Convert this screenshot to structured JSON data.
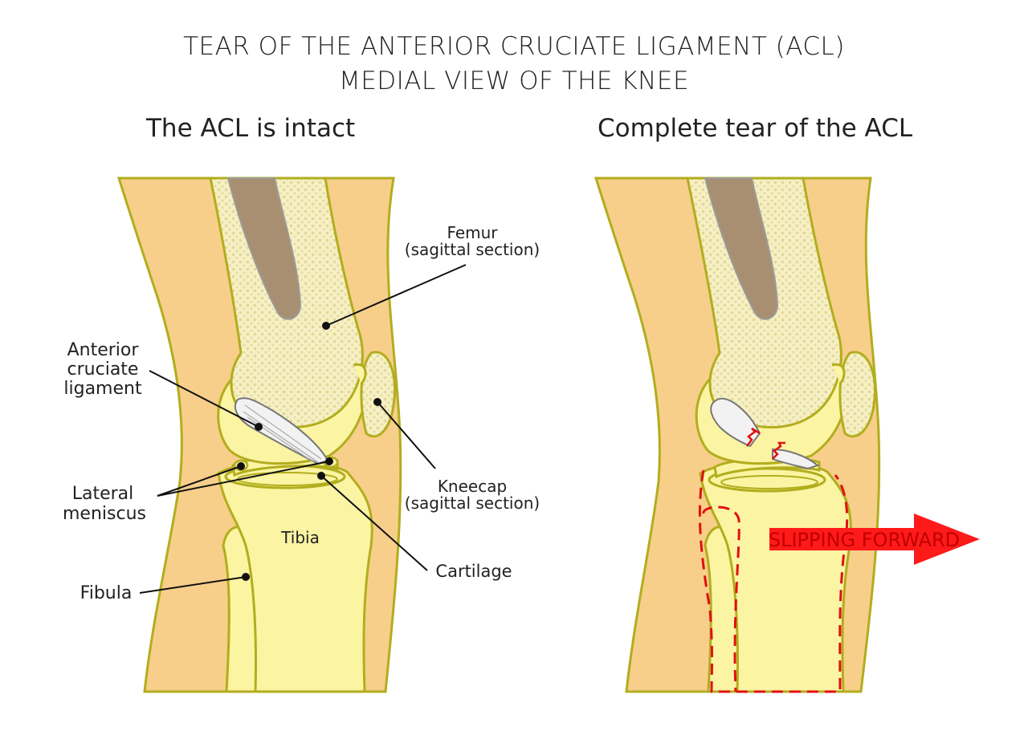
{
  "title": {
    "line1": "TEAR OF THE ANTERIOR CRUCIATE LIGAMENT (ACL)",
    "line2": "MEDIAL VIEW OF THE KNEE"
  },
  "panels": {
    "left": {
      "heading": "The ACL is intact"
    },
    "right": {
      "heading": "Complete tear of the ACL"
    }
  },
  "labels": {
    "femur": {
      "line1": "Femur",
      "line2": "(sagittal section)"
    },
    "acl": {
      "line1": "Anterior",
      "line2": "cruciate",
      "line3": "ligament"
    },
    "meniscus": {
      "line1": "Lateral",
      "line2": "meniscus"
    },
    "kneecap": {
      "line1": "Kneecap",
      "line2": "(sagittal section)"
    },
    "tibia": "Tibia",
    "cartilage": "Cartilage",
    "fibula": "Fibula",
    "slipping": "SLIPPING FORWARD"
  },
  "colors": {
    "skin": "#f7cf8a",
    "bone": "#fbf4a3",
    "bone_outline": "#b2ad1e",
    "spongy": "#f4eec2",
    "marrow": "#a98f72",
    "tear": "#e01010",
    "arrow": "#ff1a1a"
  }
}
